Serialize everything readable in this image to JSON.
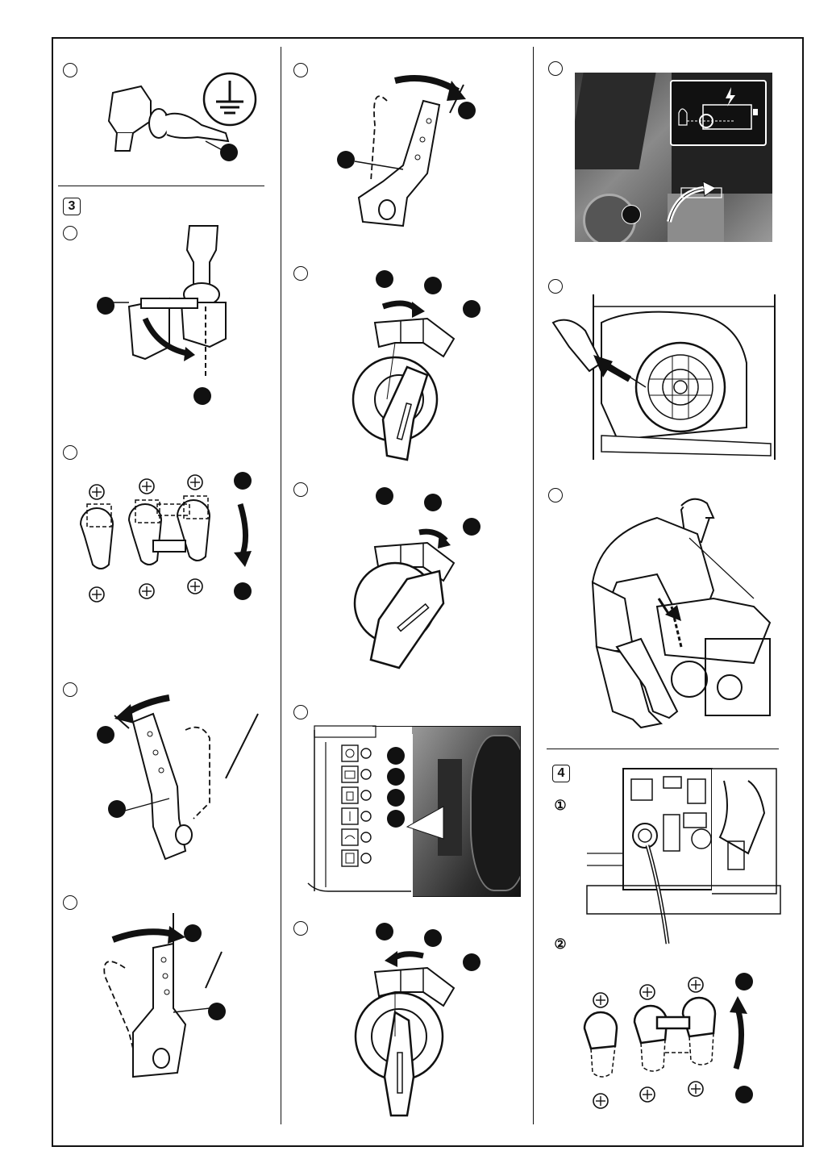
{
  "sections": {
    "s3": {
      "label": "3"
    },
    "s4": {
      "label": "4"
    }
  },
  "substeps": {
    "one": {
      "label": "①"
    },
    "two": {
      "label": "②"
    }
  },
  "colors": {
    "ink": "#111111",
    "photo_dark": "#3a3a3a",
    "photo_mid": "#7a7a7a"
  }
}
